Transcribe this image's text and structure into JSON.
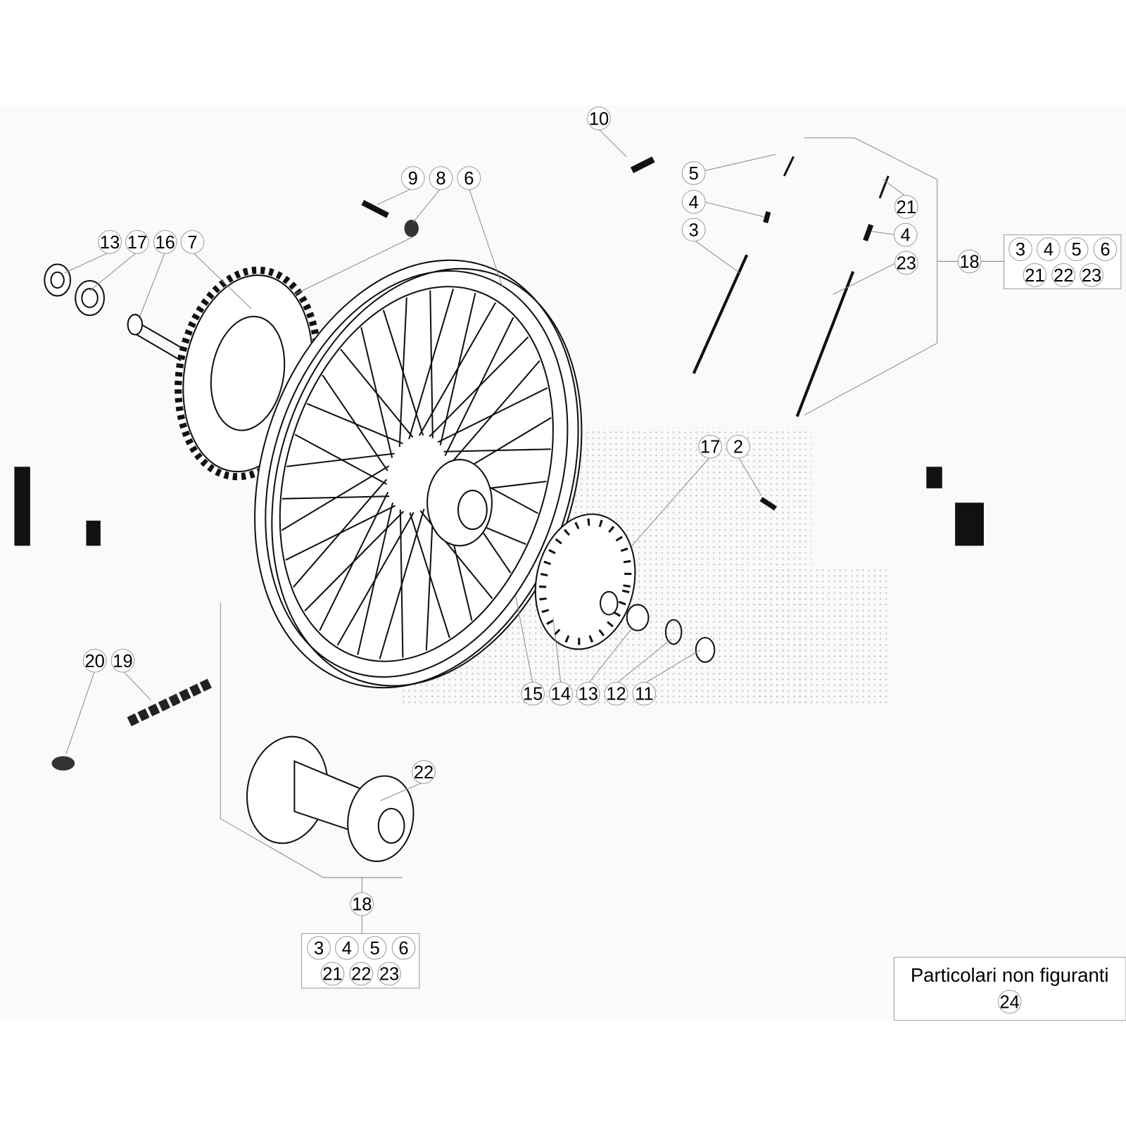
{
  "diagram": {
    "callouts": [
      "10",
      "9",
      "8",
      "6",
      "13",
      "17",
      "16",
      "7",
      "5",
      "4",
      "3",
      "21",
      "4",
      "23",
      "18",
      "17",
      "2",
      "15",
      "14",
      "13",
      "12",
      "11",
      "20",
      "19",
      "22",
      "18"
    ],
    "kit_top": {
      "label": "18",
      "contents": [
        "3",
        "4",
        "5",
        "6",
        "21",
        "22",
        "23"
      ]
    },
    "kit_bottom": {
      "label": "18",
      "contents": [
        "3",
        "4",
        "5",
        "6",
        "21",
        "22",
        "23"
      ]
    },
    "note": {
      "text": "Particolari non figuranti",
      "item": "24"
    }
  },
  "colors": {
    "background": "#ffffff",
    "band": "#fafafa",
    "line": "#111111",
    "leader": "#8a8a8a"
  }
}
